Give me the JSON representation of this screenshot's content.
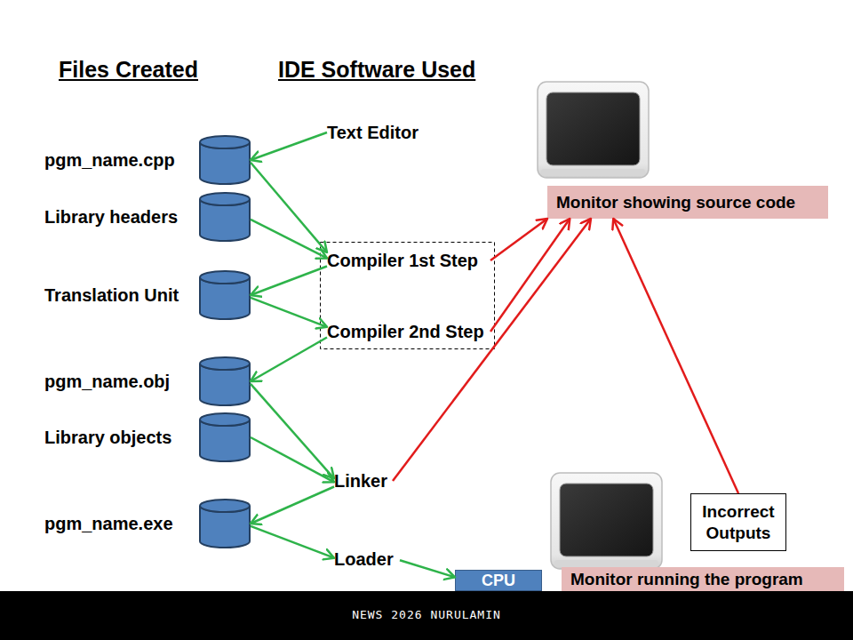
{
  "diagram": {
    "nodes": [
      {
        "text": [
          "Text Editor"
        ]
      },
      {
        "text": [
          "pgm_name.cpp"
        ]
      },
      {
        "text": [
          "Monitor showing source code"
        ]
      },
      {
        "text": [
          "Library headers"
        ]
      },
      {
        "text": [
          "Compiler 1st Step"
        ]
      },
      {
        "text": [
          "Translation Unit"
        ]
      },
      {
        "text": [
          "Compiler 2nd Step"
        ]
      },
      {
        "text": [
          "pgm_name.obj"
        ]
      },
      {
        "text": [
          "Library objects"
        ]
      },
      {
        "text": [
          "Linker"
        ]
      },
      {
        "text": [
          "Incorrect Outputs"
        ]
      },
      {
        "text": [
          "pgm_name.exe"
        ]
      },
      {
        "text": [
          "Loader"
        ]
      },
      {
        "text": [
          "CPU"
        ]
      },
      {
        "text": [
          "Monitor running the program"
        ]
      }
    ],
    "edges": [
      {
        "from": 0,
        "to": 1,
        "arrow": "to"
      },
      {
        "from": 1,
        "to": 4,
        "arrow": "to"
      },
      {
        "from": 3,
        "to": 4,
        "arrow": "to"
      },
      {
        "from": 4,
        "to": 5,
        "arrow": "to"
      },
      {
        "from": 5,
        "to": 6,
        "arrow": "to"
      },
      {
        "from": 6,
        "to": 7,
        "arrow": "to"
      },
      {
        "from": 7,
        "to": 9,
        "arrow": "to"
      },
      {
        "from": 8,
        "to": 9,
        "arrow": "to"
      },
      {
        "from": 9,
        "to": 11,
        "arrow": "to"
      },
      {
        "from": 11,
        "to": 12,
        "arrow": "to"
      },
      {
        "from": 12,
        "to": 13,
        "arrow": "to"
      },
      {
        "from": 4,
        "to": 2,
        "arrow": "to"
      },
      {
        "from": 6,
        "to": 2,
        "arrow": "to"
      },
      {
        "from": 9,
        "to": 2,
        "arrow": "to"
      },
      {
        "from": 10,
        "to": 2,
        "arrow": "to"
      }
    ],
    "labels": [
      "Files Created",
      "IDE Software Used",
      "NEWS 2026 NURULAMIN"
    ]
  }
}
